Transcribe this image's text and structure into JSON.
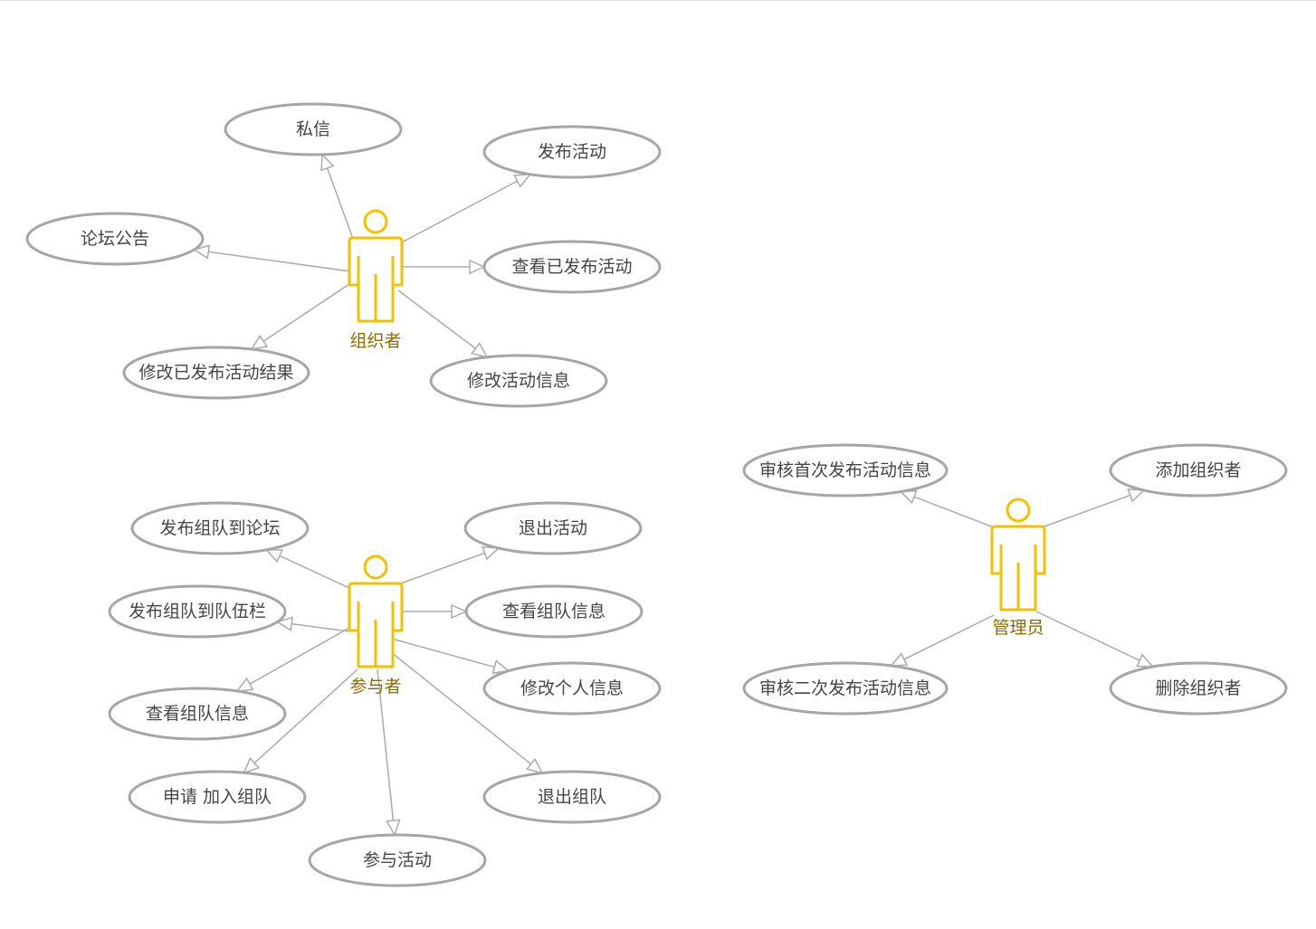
{
  "diagram": {
    "actors": [
      {
        "id": "organizer",
        "name": "组织者",
        "use_cases": [
          "私信",
          "发布活动",
          "论坛公告",
          "查看已发布活动",
          "修改已发布活动结果",
          "修改活动信息"
        ]
      },
      {
        "id": "participant",
        "name": "参与者",
        "use_cases": [
          "发布组队到论坛",
          "退出活动",
          "发布组队到队伍栏",
          "查看组队信息",
          "查看组队信息",
          "修改个人信息",
          "申请 加入组队",
          "退出组队",
          "参与活动"
        ]
      },
      {
        "id": "admin",
        "name": "管理员",
        "use_cases": [
          "审核首次发布活动信息",
          "添加组织者",
          "审核二次发布活动信息",
          "删除组织者"
        ]
      }
    ],
    "colors": {
      "actor_stroke": "#f2c200",
      "actor_label": "#8a6d00",
      "usecase_stroke": "#a6a6a6",
      "usecase_text": "#454545",
      "connector": "#ababab"
    }
  }
}
